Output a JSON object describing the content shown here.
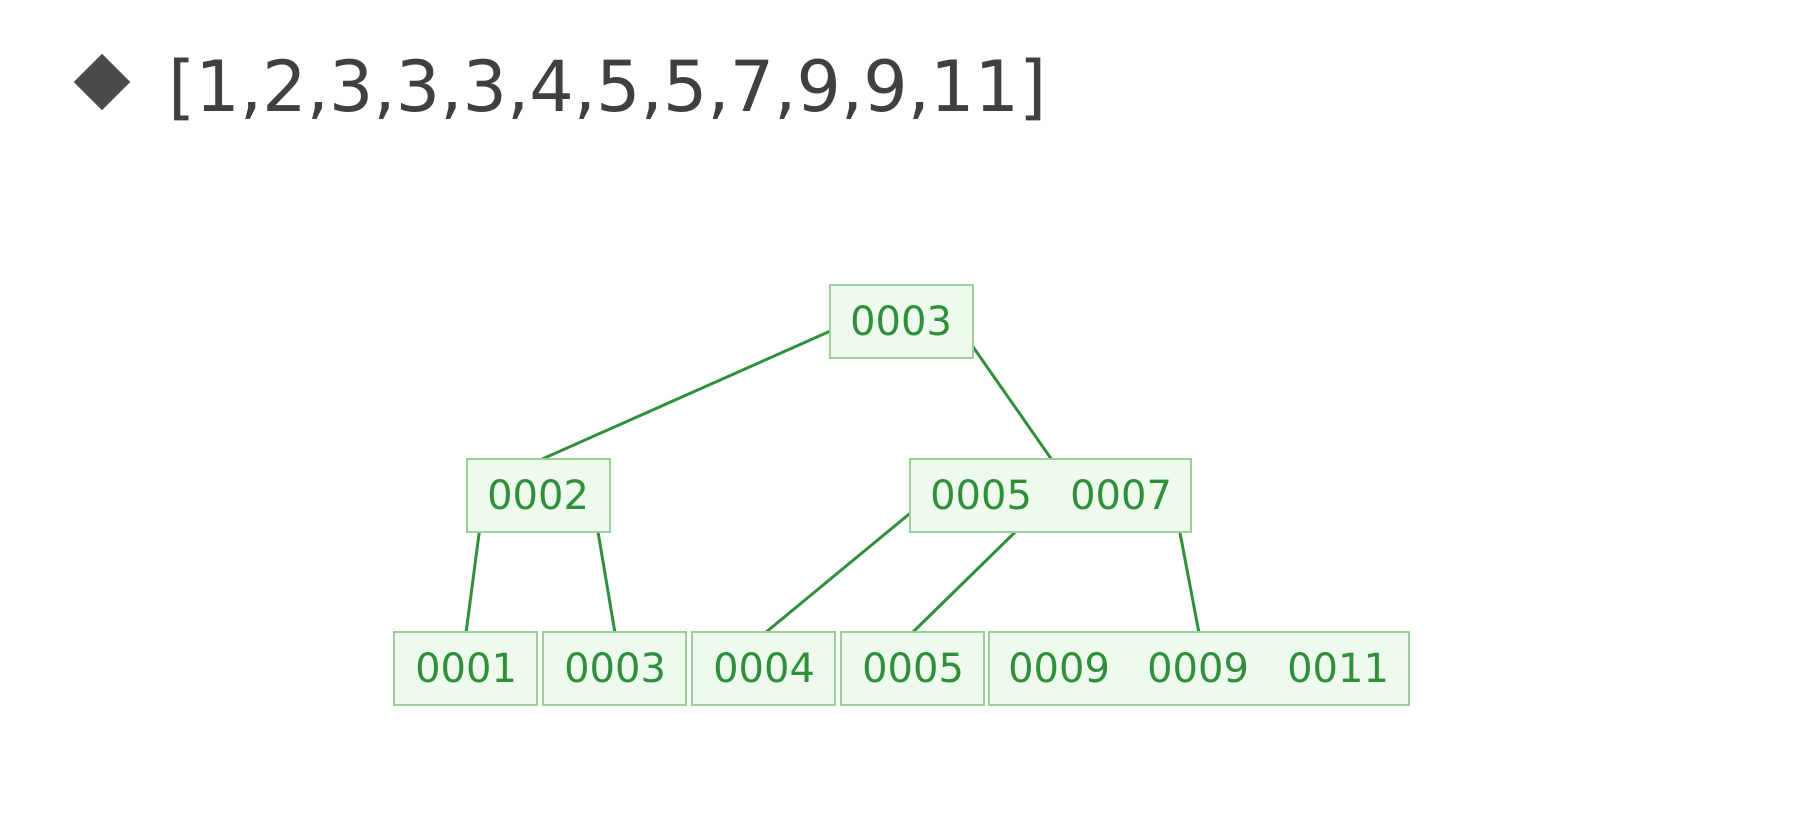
{
  "header": {
    "bullet_icon": "diamond-bullet-icon",
    "array_text": "[1,2,3,3,3,4,5,5,7,9,9,11]"
  },
  "colors": {
    "node_fill": "#edfaed",
    "node_border": "#9bd09b",
    "edge_and_text": "#2f8f3a",
    "heading_text": "#404040"
  },
  "tree": {
    "root": {
      "keys": [
        "0003"
      ]
    },
    "level1": [
      {
        "keys": [
          "0002"
        ]
      },
      {
        "keys": [
          "0005",
          "0007"
        ]
      }
    ],
    "leaves": [
      {
        "keys": [
          "0001"
        ]
      },
      {
        "keys": [
          "0003"
        ]
      },
      {
        "keys": [
          "0004"
        ]
      },
      {
        "keys": [
          "0005"
        ]
      },
      {
        "keys": [
          "0009",
          "0009",
          "0011"
        ]
      }
    ]
  }
}
